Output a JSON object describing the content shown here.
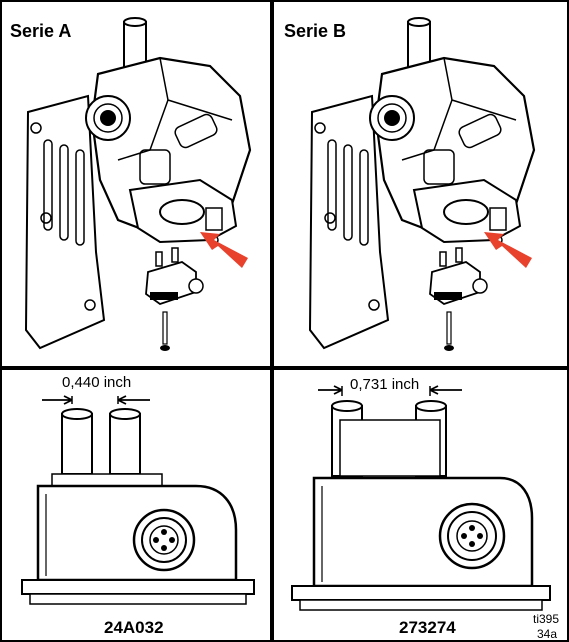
{
  "panels": {
    "top_left": {
      "label": "Serie A"
    },
    "top_right": {
      "label": "Serie B"
    },
    "bottom_left": {
      "dimension": "0,440 inch",
      "part_number": "24A032"
    },
    "bottom_right": {
      "dimension": "0,731 inch",
      "part_number": "273274"
    }
  },
  "figure_ref": {
    "line1": "ti395",
    "line2": "34a"
  },
  "colors": {
    "arrow": "#e8412c",
    "line": "#000000",
    "background": "#ffffff"
  }
}
